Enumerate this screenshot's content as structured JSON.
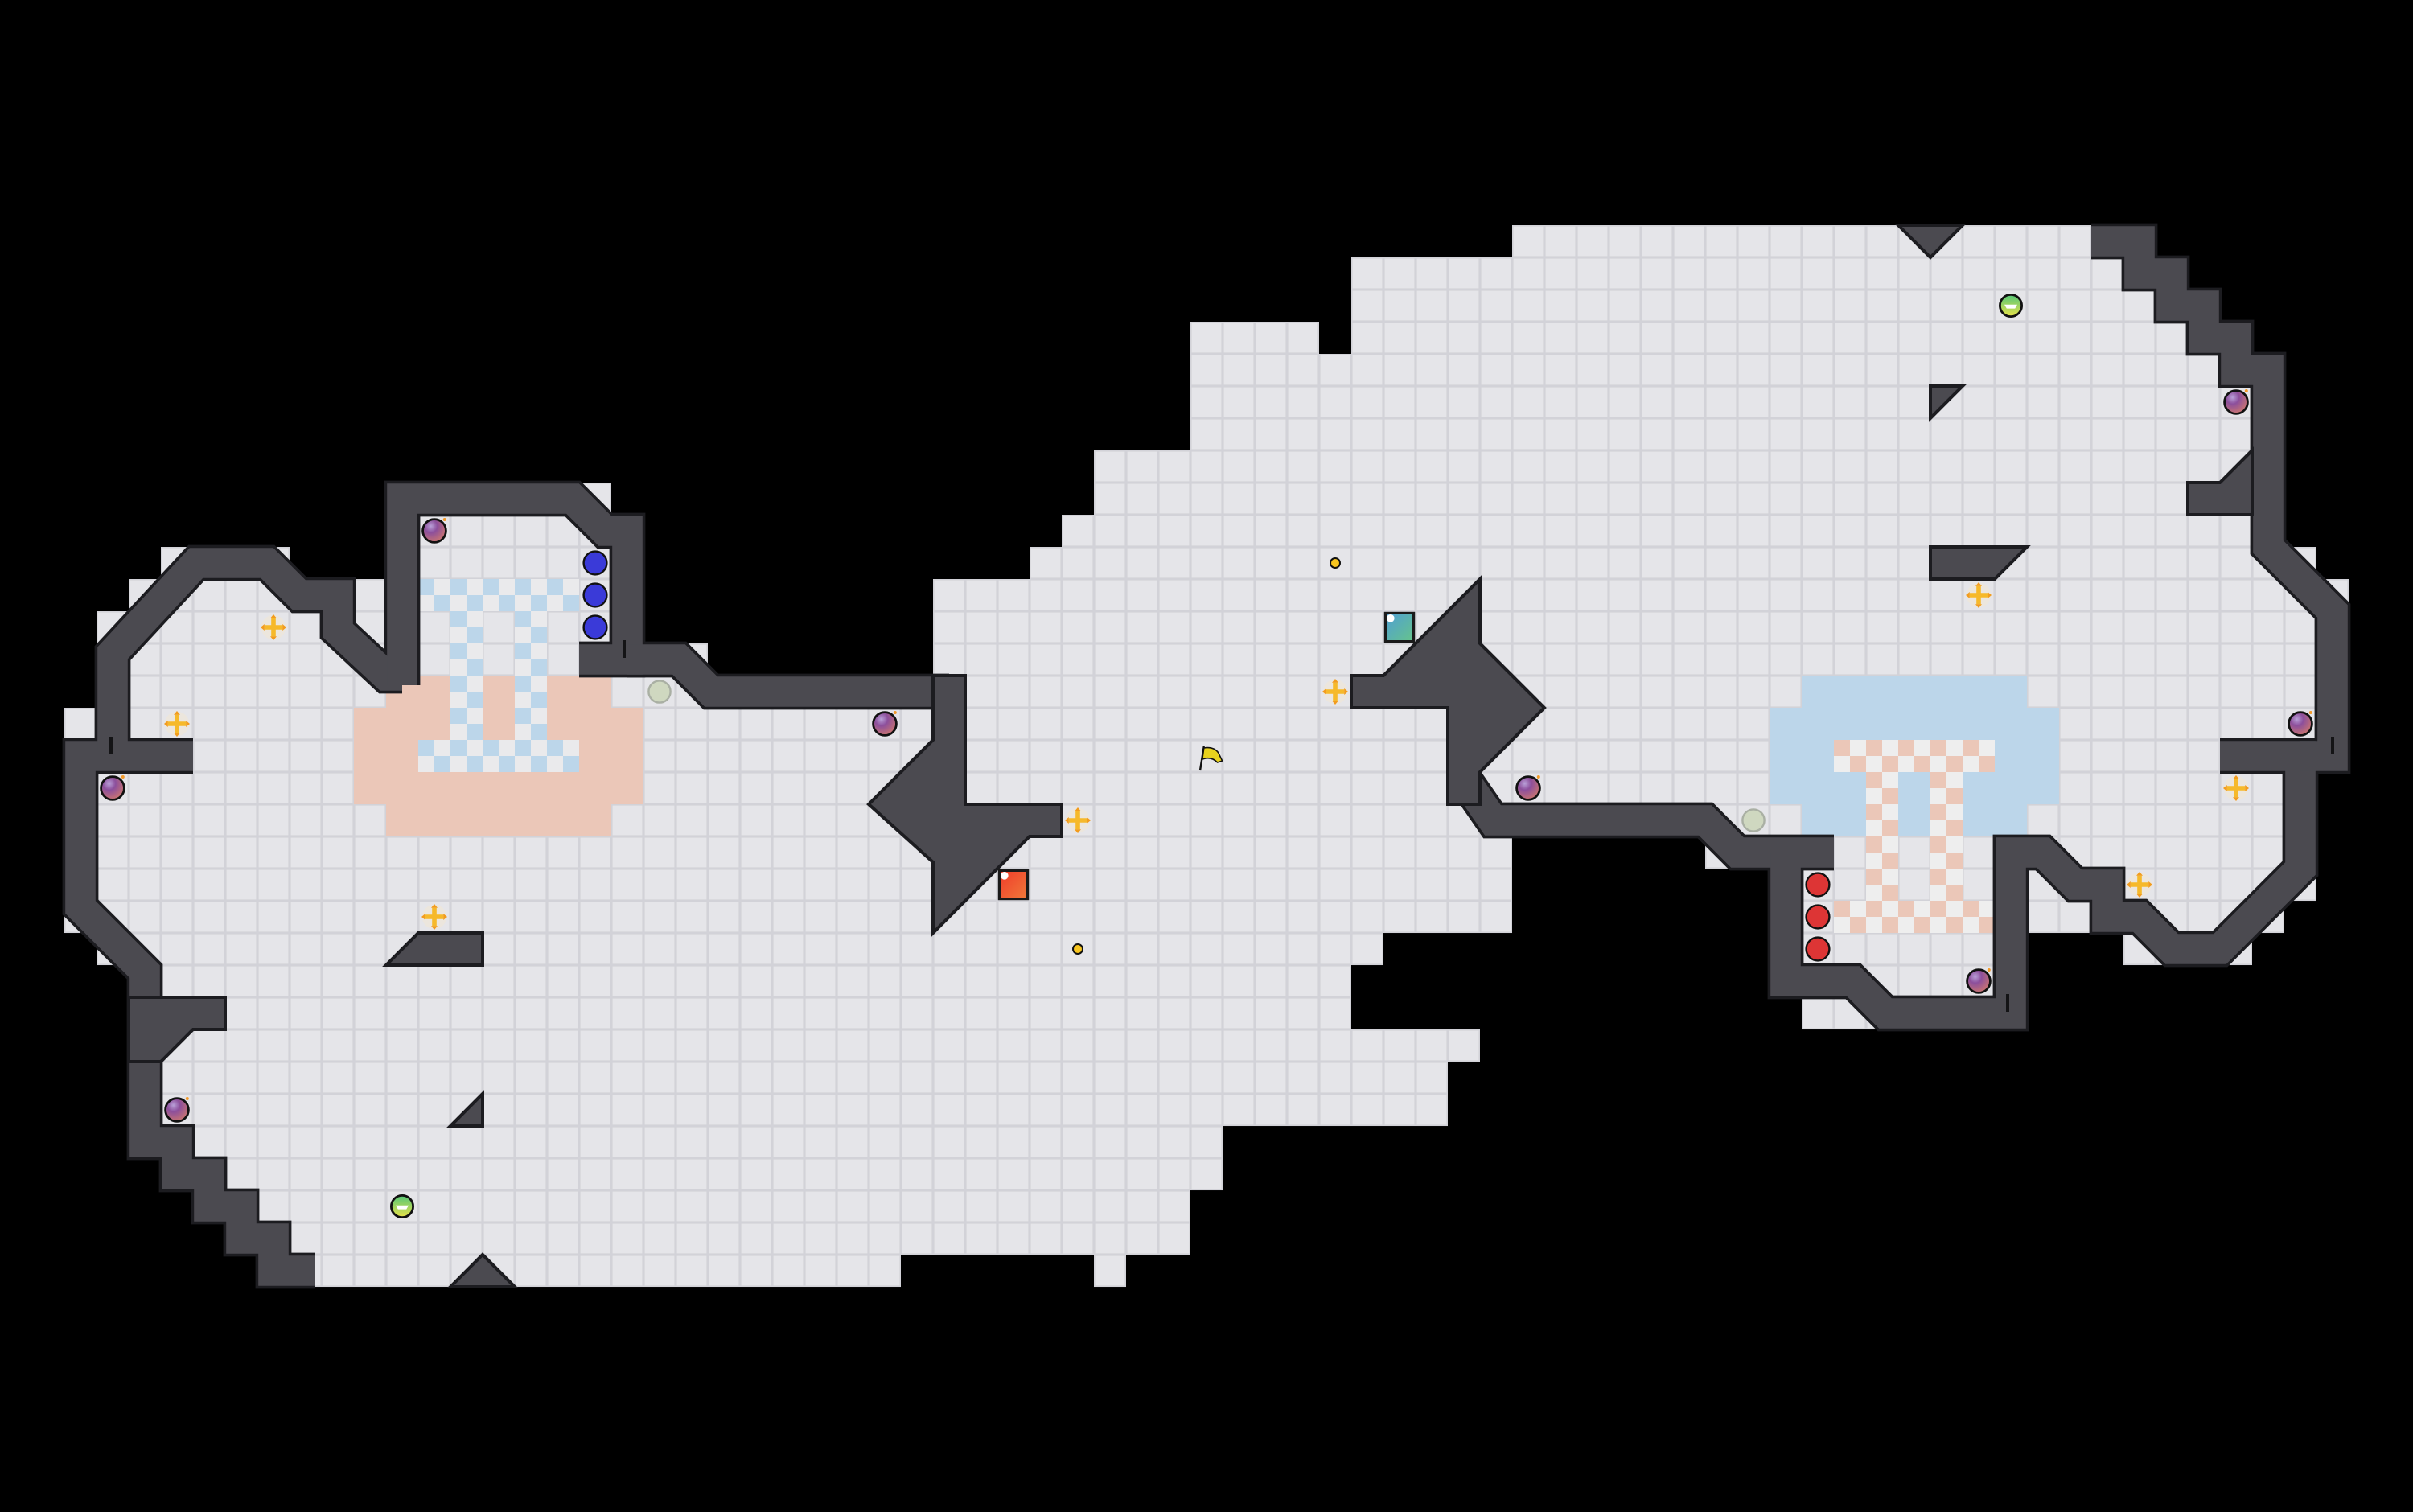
{
  "palette": {
    "background": "#000000",
    "floor": "#e5e5e9",
    "floor_grout": "#d2d2d8",
    "wall": "#4b4a50",
    "wall_outline": "#1c1c20",
    "blue_team": "#3a3ad8",
    "red_team": "#dd3535",
    "blue_zone": "#bcd6ea",
    "red_zone": "#ebc7b8",
    "powerup": "#f6b92a",
    "flag": "#e8d21e"
  },
  "entity_types": [
    "bomb",
    "health-orb",
    "powerup-cross",
    "coin",
    "blue-spawn",
    "red-spawn",
    "neutral-spawn",
    "teal-crate",
    "red-crate",
    "flag"
  ]
}
